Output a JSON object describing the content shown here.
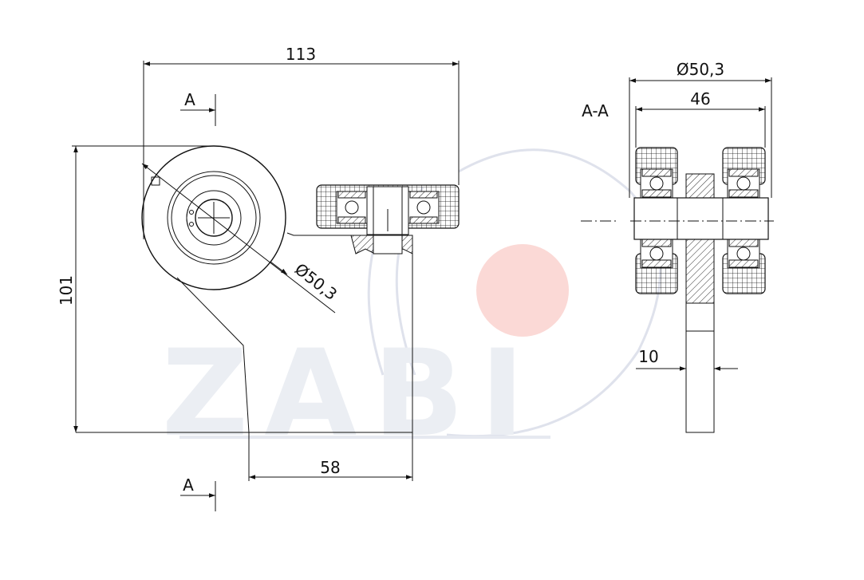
{
  "drawing": {
    "dimensions": {
      "overall_width": "113",
      "overall_height": "101",
      "bottom_width": "58",
      "wheel_diameter_front": "Ø50,3",
      "wheel_diameter_side": "Ø50,3",
      "wheel_width": "46",
      "plate_thickness": "10"
    },
    "section": {
      "marker_top": "A",
      "marker_bottom": "A",
      "section_label": "A-A"
    },
    "watermark": {
      "text": "ZABI",
      "accent_color": "#f7b9b4",
      "ring_color": "#dfe2ec"
    }
  }
}
